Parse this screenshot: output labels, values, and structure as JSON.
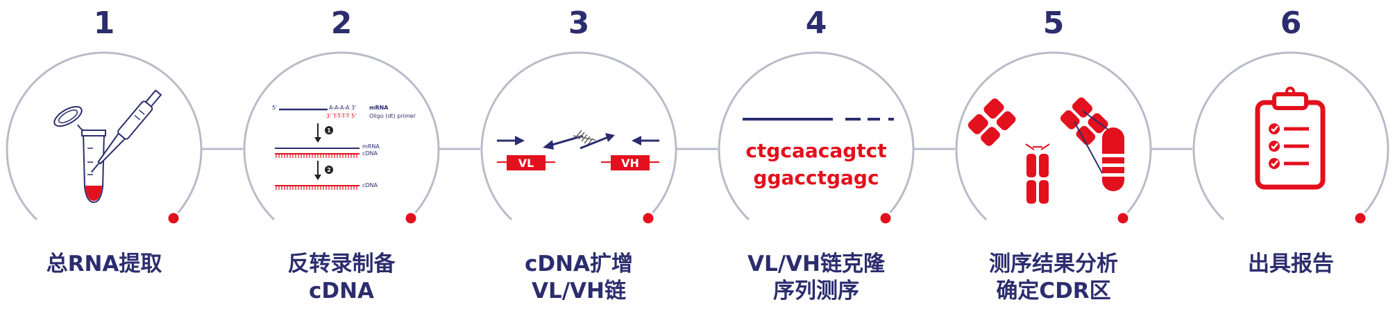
{
  "steps": [
    {
      "number": "1",
      "label_lines": [
        "总RNA提取"
      ]
    },
    {
      "number": "2",
      "label_lines": [
        "反转录制备",
        "cDNA"
      ]
    },
    {
      "number": "3",
      "label_lines": [
        "cDNA扩增",
        "VL/VH链"
      ]
    },
    {
      "number": "4",
      "label_lines": [
        "VL/VH链克隆",
        "序列测序"
      ]
    },
    {
      "number": "5",
      "label_lines": [
        "测序结果分析",
        "确定CDR区"
      ]
    },
    {
      "number": "6",
      "label_lines": [
        "出具报告"
      ]
    }
  ],
  "step2_diagram": {
    "five_prime": "5'",
    "poly_a": "A-A-A-A 3'",
    "mrna_label": "mRNA",
    "primer_seq": "3' T-T-T-T 5'",
    "primer_label": "Oligo (dt) primer",
    "step_one": "1",
    "mrna_label_2": "mRNA",
    "cdna_label": "cDNA",
    "step_two": "2",
    "cdna_label_2": "cDNA"
  },
  "step3_diagram": {
    "vl_label": "VL",
    "vh_label": "VH"
  },
  "step4_diagram": {
    "sequence_line_1": "ctgcaacagtct",
    "sequence_line_2": "ggacctgagc"
  },
  "colors": {
    "navy": "#2b2d6e",
    "red": "#e3101d",
    "ring": "#b8bcc8"
  }
}
